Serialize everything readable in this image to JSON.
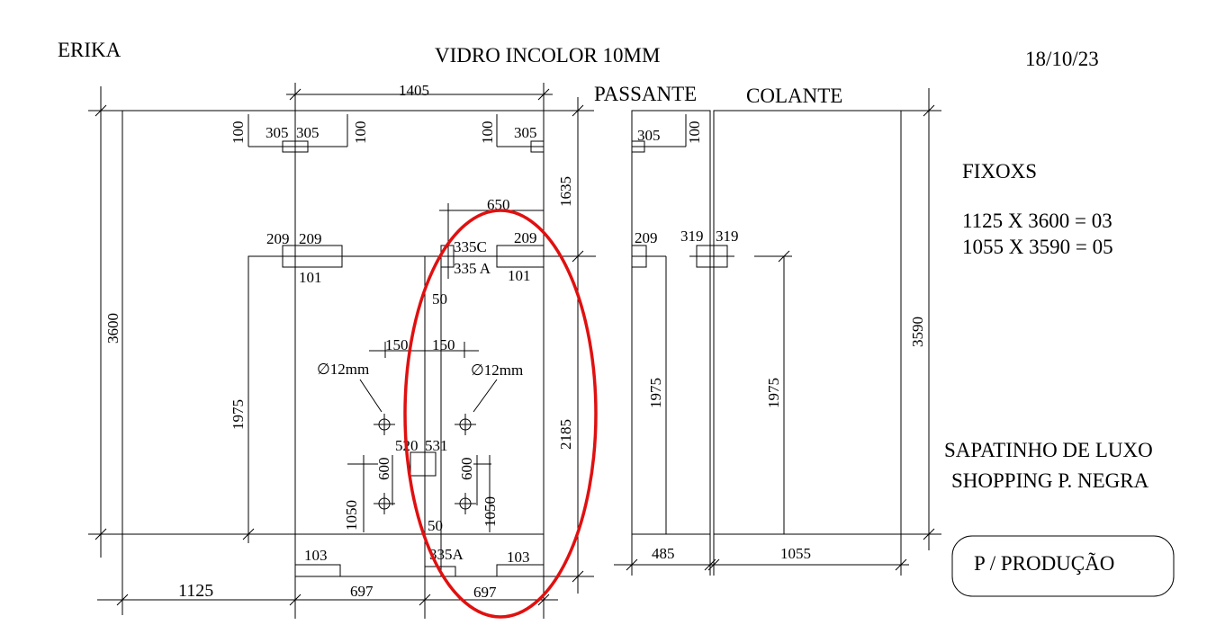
{
  "header": {
    "client": "ERIKA",
    "title": "VIDRO INCOLOR  10MM",
    "date": "18/10/23"
  },
  "panel_labels": {
    "passante": "PASSANTE",
    "colante": "COLANTE"
  },
  "dimensions": {
    "top_width": "1405",
    "left_height": "3600",
    "bottom_left_width": "1125",
    "upper_right_height": "1635",
    "lower_right_height": "2185",
    "left_door_height": "1975",
    "bottom_left_half": "697",
    "bottom_right_half": "697",
    "hole_span": "650",
    "top_offset_1": "100",
    "top_offset_2": "100",
    "top_offset_3": "100",
    "top_hinge_a": "305",
    "top_hinge_b": "305",
    "top_hinge_c": "305",
    "mid_hinge_a": "209",
    "mid_hinge_b": "209",
    "mid_hinge_c": "209",
    "mid_101_left": "101",
    "mid_101_right": "101",
    "fitting_c": "335C",
    "fitting_a": "335 A",
    "mid_offset": "50",
    "handle_left_spacing": "150",
    "handle_right_spacing": "150",
    "hole_left": "∅12mm",
    "hole_right": "∅12mm",
    "lock_520": "520",
    "lock_531": "531",
    "vert_600_left": "600",
    "vert_600_right": "600",
    "vert_1050_left": "1050",
    "vert_1050_right": "1050",
    "bottom_offset": "50",
    "bottom_fitting": "335A",
    "bottom_103_left": "103",
    "bottom_103_right": "103",
    "passante_hinge": "305",
    "passante_offset": "100",
    "passante_209": "209",
    "passante_height": "1975",
    "passante_width": "485",
    "colante_319_a": "319",
    "colante_319_b": "319",
    "colante_height": "1975",
    "colante_width": "1055",
    "colante_total_height": "3590"
  },
  "notes": {
    "fixed_title": "FIXOXS",
    "fixed_line_1": "1125 X 3600 = 03",
    "fixed_line_2": "1055 X 3590 = 05",
    "client_line_1": "SAPATINHO DE LUXO",
    "client_line_2": "SHOPPING P. NEGRA",
    "production_label": "P / PRODUÇÃO"
  },
  "colors": {
    "highlight": "#e01010",
    "ink": "#000000"
  }
}
